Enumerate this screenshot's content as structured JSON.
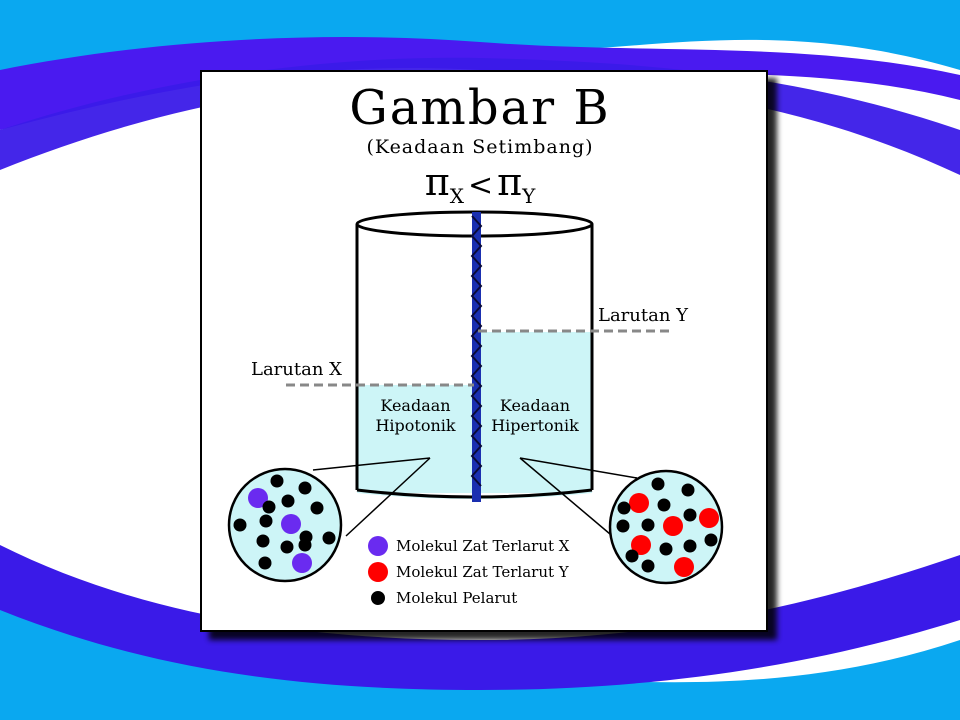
{
  "title": "Gambar B",
  "subtitle": "(Keadaan Setimbang)",
  "formula": {
    "symbol": "π",
    "sub_x": "X",
    "relation": "<",
    "sub_y": "Y"
  },
  "labels": {
    "solution_x": "Larutan X",
    "solution_y": "Larutan Y",
    "left_state_line1": "Keadaan",
    "left_state_line2": "Hipotonik",
    "right_state_line1": "Keadaan",
    "right_state_line2": "Hipertonik"
  },
  "legend": [
    {
      "label": "Molekul Zat Terlarut X",
      "color": "#6a2bf0"
    },
    {
      "label": "Molekul Zat Terlarut Y",
      "color": "#ff0000"
    },
    {
      "label": "Molekul Pelarut",
      "color": "#000000"
    }
  ],
  "colors": {
    "background_band": "#1f6ff0",
    "background_accent": "#0aa8f0",
    "liquid": "#cdf5f7",
    "membrane": "#1a2fb0",
    "level_line": "#888888",
    "solute_x": "#6a2bf0",
    "solute_y": "#ff0000",
    "solvent": "#000000"
  }
}
